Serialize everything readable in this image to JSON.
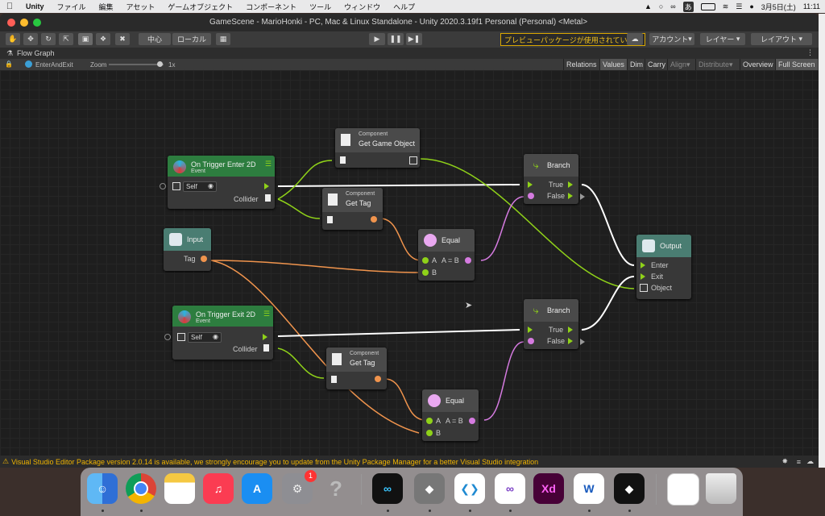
{
  "menubar": {
    "app": "Unity",
    "items": [
      "ファイル",
      "編集",
      "アセット",
      "ゲームオブジェクト",
      "コンポーネント",
      "ツール",
      "ウィンドウ",
      "ヘルプ"
    ],
    "date": "3月5日(土)",
    "time": "11:11",
    "input_method": "あ"
  },
  "window": {
    "title": "GameScene - MarioHonki - PC, Mac & Linux Standalone - Unity 2020.3.19f1 Personal (Personal) <Metal>"
  },
  "toolbar": {
    "pivot": "中心",
    "space": "ローカル",
    "notice": "プレビューパッケージが使用されています",
    "account": "アカウント",
    "layers": "レイヤー",
    "layout": "レイアウト"
  },
  "flow_graph": {
    "title": "Flow Graph",
    "breadcrumb": "EnterAndExit",
    "zoom_label": "Zoom",
    "zoom_value": "1x",
    "buttons": [
      "Relations",
      "Values",
      "Dim",
      "Carry",
      "Align",
      "Distribute",
      "Overview",
      "Full Screen"
    ]
  },
  "nodes": {
    "trigger_enter": {
      "title": "On Trigger Enter 2D",
      "subtitle": "Event",
      "self": "Self",
      "out": "Collider"
    },
    "trigger_exit": {
      "title": "On Trigger Exit 2D",
      "subtitle": "Event",
      "self": "Self",
      "out": "Collider"
    },
    "get_game_object": {
      "kind": "Component",
      "title": "Get Game Object"
    },
    "get_tag_1": {
      "kind": "Component",
      "title": "Get Tag"
    },
    "get_tag_2": {
      "kind": "Component",
      "title": "Get Tag"
    },
    "input": {
      "title": "Input",
      "port": "Tag"
    },
    "equal_1": {
      "title": "Equal",
      "a": "A",
      "expr": "A = B",
      "b": "B"
    },
    "equal_2": {
      "title": "Equal",
      "a": "A",
      "expr": "A = B",
      "b": "B"
    },
    "branch_1": {
      "title": "Branch",
      "true": "True",
      "false": "False"
    },
    "branch_2": {
      "title": "Branch",
      "true": "True",
      "false": "False"
    },
    "output": {
      "title": "Output",
      "enter": "Enter",
      "exit": "Exit",
      "object": "Object"
    }
  },
  "console": {
    "warning": "Visual Studio Editor Package version 2.0.14 is available, we strongly encourage you to update from the Unity Package Manager for a better Visual Studio integration"
  },
  "dock": {
    "badge": "1",
    "icons": [
      "finder-icon",
      "chrome-icon",
      "notes-icon",
      "music-icon",
      "app-store-icon",
      "system-preferences-icon",
      "unknown-app-icon",
      "webex-icon",
      "unity-hub-icon",
      "vscode-icon",
      "visual-studio-icon",
      "adobe-xd-icon",
      "word-icon",
      "unity-icon",
      "document-icon",
      "trash-icon"
    ]
  },
  "colors": {
    "event_header": "#2d7d3f",
    "input_header": "#4a7d72",
    "flow_wire": "#ffffff",
    "object_wire": "#8fd119",
    "string_wire": "#f0944d",
    "bool_wire": "#d57be0"
  }
}
